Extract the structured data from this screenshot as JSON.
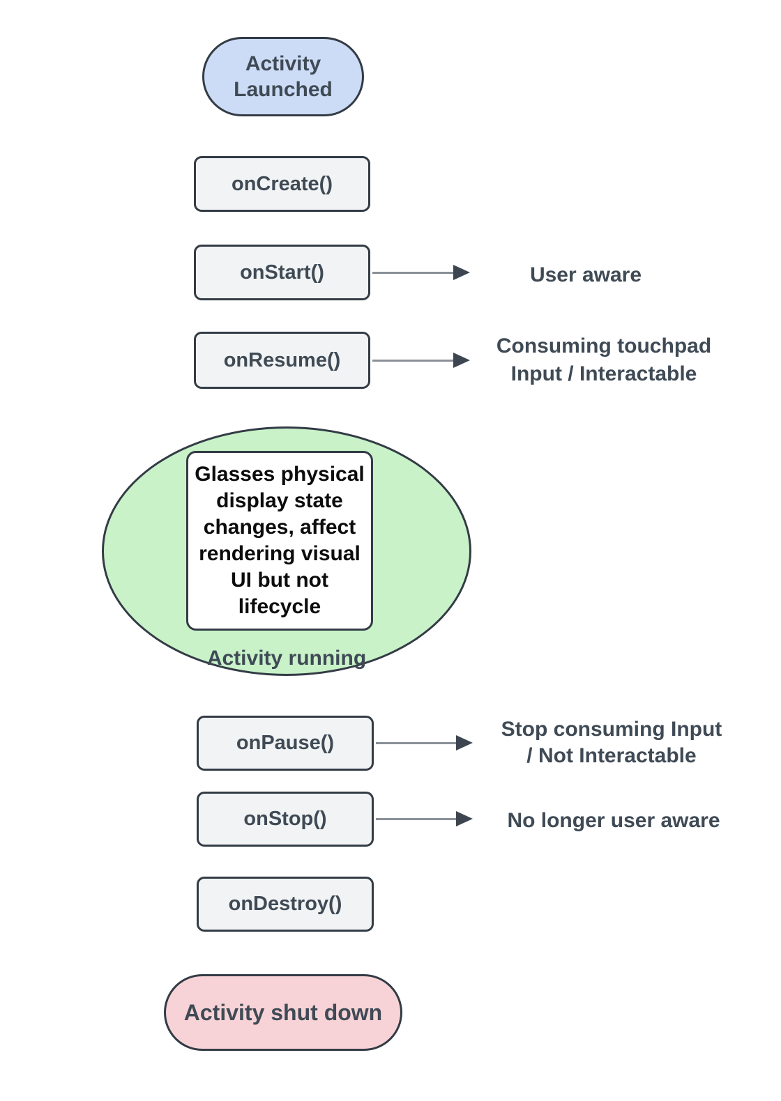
{
  "diagram": {
    "colors": {
      "background": "#ffffff",
      "border": "#333b45",
      "callback_box_fill": "#f1f3f4",
      "launched_pill_fill": "#cddcf6",
      "running_ellipse_fill": "#c9f2c9",
      "shutdown_pill_fill": "#f7d3d7",
      "text": "#3f4a55",
      "note_text": "#0c0c0c",
      "arrow_line": "#8a9097",
      "arrow_head": "#3d4650"
    },
    "nodes": {
      "launched": "Activity\nLaunched",
      "onCreate": "onCreate()",
      "onStart": "onStart()",
      "onResume": "onResume()",
      "running_note": "Glasses physical\ndisplay state\nchanges, affect\nrendering visual\nUI but not\nlifecycle",
      "running": "Activity running",
      "onPause": "onPause()",
      "onStop": "onStop()",
      "onDestroy": "onDestroy()",
      "shutdown": "Activity shut down"
    },
    "annotations": {
      "onStart": "User aware",
      "onResume": "Consuming touchpad\nInput / Interactable",
      "onPause": "Stop consuming Input\n/ Not Interactable",
      "onStop": "No longer user aware"
    }
  }
}
